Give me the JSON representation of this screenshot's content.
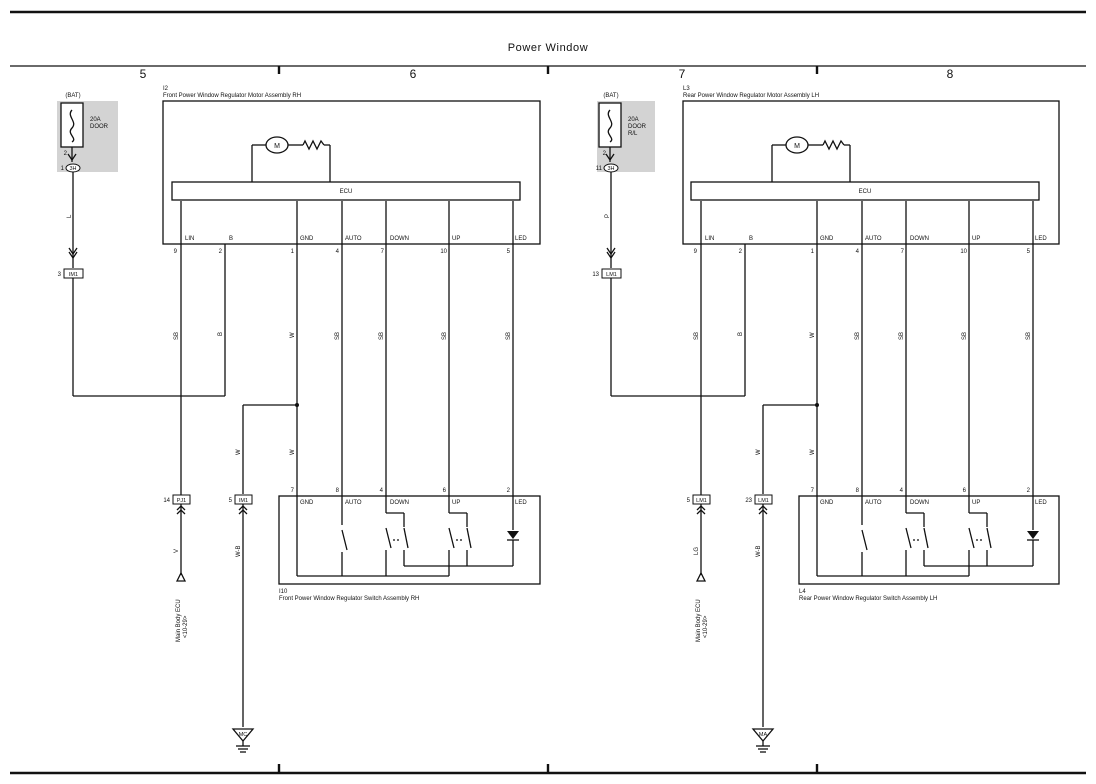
{
  "title": "Power Window",
  "columns": [
    "5",
    "6",
    "7",
    "8"
  ],
  "ground_labels": [
    "MC",
    "MA"
  ],
  "sides": [
    {
      "bat": "(BAT)",
      "fuse": [
        "20A",
        "DOOR",
        ""
      ],
      "fuse_pins": {
        "top": "2",
        "conn_pin": "1",
        "conn": "3H"
      },
      "motor_id": "I2",
      "motor_name": "Front Power Window Regulator Motor Assembly RH",
      "motor_symbol": "M",
      "ecu": "ECU",
      "wire_from_fuse": "L",
      "j_pin": "3",
      "j_conn": "IM1",
      "pin_labels": [
        "LIN",
        "B",
        "GND",
        "AUTO",
        "DOWN",
        "UP",
        "LED"
      ],
      "pin_numbers": [
        "9",
        "2",
        "1",
        "4",
        "7",
        "10",
        "5"
      ],
      "wire_colors": [
        "SB",
        "B",
        "W",
        "SB",
        "SB",
        "SB",
        "SB"
      ],
      "w_mid": "W",
      "w_branch": "W",
      "c1_pin": "14",
      "c1_conn": "PJ1",
      "c2_pin": "5",
      "c2_conn": "IM1",
      "c1_wire": "V",
      "c2_wire": "W-B",
      "ecu_ref": [
        "Main Body ECU",
        "<10-29>"
      ],
      "switch_id": "I10",
      "switch_name": "Front Power Window Regulator Switch Assembly RH",
      "switch_labels": [
        "GND",
        "AUTO",
        "DOWN",
        "UP",
        "LED"
      ],
      "switch_pins": [
        "7",
        "8",
        "4",
        "6",
        "2"
      ]
    },
    {
      "bat": "(BAT)",
      "fuse": [
        "20A",
        "DOOR",
        "R/L"
      ],
      "fuse_pins": {
        "top": "2",
        "conn_pin": "11",
        "conn": "3H"
      },
      "motor_id": "L3",
      "motor_name": "Rear Power Window Regulator Motor Assembly LH",
      "motor_symbol": "M",
      "ecu": "ECU",
      "wire_from_fuse": "P",
      "j_pin": "13",
      "j_conn": "LM1",
      "pin_labels": [
        "LIN",
        "B",
        "GND",
        "AUTO",
        "DOWN",
        "UP",
        "LED"
      ],
      "pin_numbers": [
        "9",
        "2",
        "1",
        "4",
        "7",
        "10",
        "5"
      ],
      "wire_colors": [
        "SB",
        "B",
        "W",
        "SB",
        "SB",
        "SB",
        "SB"
      ],
      "w_mid": "W",
      "w_branch": "W",
      "c1_pin": "5",
      "c1_conn": "LM1",
      "c2_pin": "23",
      "c2_conn": "LM1",
      "c1_wire": "LG",
      "c2_wire": "W-B",
      "ecu_ref": [
        "Main Body ECU",
        "<10-29>"
      ],
      "switch_id": "L4",
      "switch_name": "Rear Power Window Regulator Switch Assembly LH",
      "switch_labels": [
        "GND",
        "AUTO",
        "DOWN",
        "UP",
        "LED"
      ],
      "switch_pins": [
        "7",
        "8",
        "4",
        "6",
        "2"
      ]
    }
  ]
}
